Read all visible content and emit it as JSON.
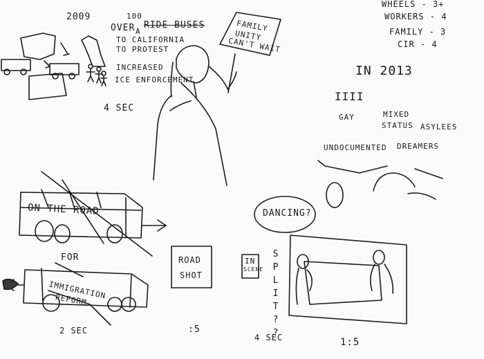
{
  "colors": {
    "paper": "#fbfbfb",
    "ink": "#1a1a1a",
    "smudge": "#3a3a3a"
  },
  "left_top": {
    "year": "2009",
    "count": "100",
    "over": "OVER",
    "a": "A",
    "ride_buses": "RIDE BUSES",
    "to_california": "TO CALIFORNIA",
    "to_protest": "TO PROTEST",
    "increased": "INCREASED",
    "ice_enforcement": "ICE ENFORCEMENT",
    "duration": "4 SEC"
  },
  "protester_sign": {
    "line1": "FAMILY",
    "line2": "UNITY",
    "line3": "CAN'T WAIT"
  },
  "right_top": {
    "wheels": "WHEELS - 3+",
    "workers": "WORKERS - 4",
    "family": "FAMILY - 3",
    "cir": "CIR - 4"
  },
  "in_2013": {
    "label": "IN 2013",
    "tally": "IIII",
    "gay": "GAY",
    "mixed": "MIXED",
    "status": "STATUS",
    "asylees": "ASYLEES",
    "undocumented": "UNDOCUMENTED",
    "dreamers": "DREAMERS"
  },
  "bus1": {
    "label": "ON THE ROAD"
  },
  "for": "FOR",
  "bus2": {
    "line1": "IMMIGRATION",
    "line2": "REFORM",
    "duration": "2 SEC"
  },
  "road_shot": {
    "line1": "ROAD",
    "line2": "SHOT",
    "duration": ":5"
  },
  "dancing": "DANCING?",
  "in_scene": {
    "line1": "IN",
    "line2": "SCENE",
    "duration": "4 SEC"
  },
  "split": "SPLIT??",
  "right_bottom": {
    "duration": "1:5"
  }
}
